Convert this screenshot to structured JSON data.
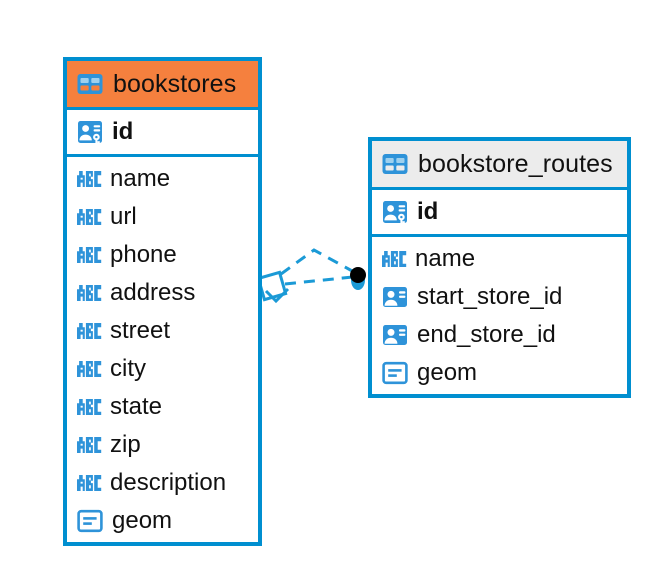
{
  "diagram": {
    "type": "entity-relationship-diagram",
    "background": "#ffffff",
    "colors": {
      "edge": "#008FD0",
      "accent_header": "#F5803E",
      "plain_header": "#ECECEC",
      "icon_blue": "#2E93D9",
      "text": "#111111",
      "relation_line": "#1B9AD6",
      "relation_dot": "#000000"
    }
  },
  "entities": [
    {
      "id": "bookstores",
      "title": "bookstores",
      "header_style": "accent",
      "table_icon": "table-icon",
      "primary_key": {
        "label": "id",
        "icon": "primary-key-icon"
      },
      "fields": [
        {
          "label": "name",
          "icon": "abc-text-icon"
        },
        {
          "label": "url",
          "icon": "abc-text-icon"
        },
        {
          "label": "phone",
          "icon": "abc-text-icon"
        },
        {
          "label": "address",
          "icon": "abc-text-icon"
        },
        {
          "label": "street",
          "icon": "abc-text-icon"
        },
        {
          "label": "city",
          "icon": "abc-text-icon"
        },
        {
          "label": "state",
          "icon": "abc-text-icon"
        },
        {
          "label": "zip",
          "icon": "abc-text-icon"
        },
        {
          "label": "description",
          "icon": "abc-text-icon"
        },
        {
          "label": "geom",
          "icon": "geometry-icon"
        }
      ]
    },
    {
      "id": "bookstore_routes",
      "title": "bookstore_routes",
      "header_style": "plain",
      "table_icon": "table-icon",
      "primary_key": {
        "label": "id",
        "icon": "primary-key-icon"
      },
      "fields": [
        {
          "label": "name",
          "icon": "abc-text-icon"
        },
        {
          "label": "start_store_id",
          "icon": "foreign-key-icon"
        },
        {
          "label": "end_store_id",
          "icon": "foreign-key-icon"
        },
        {
          "label": "geom",
          "icon": "geometry-icon"
        }
      ]
    }
  ],
  "relationship": {
    "from": "bookstores",
    "to": "bookstore_routes",
    "style": "dashed",
    "source_marker": "diamond-marker",
    "target_marker": "filled-dot-marker"
  }
}
